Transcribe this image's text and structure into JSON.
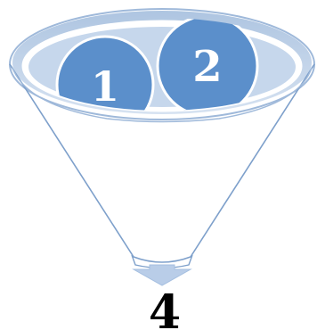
{
  "diagram": {
    "balls": [
      {
        "label": "1"
      },
      {
        "label": "2"
      },
      {
        "label": ""
      }
    ],
    "result": "4",
    "colors": {
      "ball_fill": "#5b8fcb",
      "ball_stroke": "#ffffff",
      "rim_fill": "#c5d5ea",
      "rim_outer": "#a9c1de",
      "funnel_stroke": "#7a9cc8",
      "arrow_fill": "#bcd0ea"
    }
  }
}
